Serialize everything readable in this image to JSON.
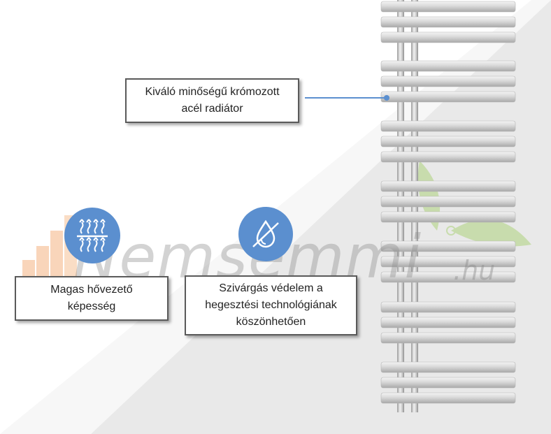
{
  "callouts": {
    "chrome": {
      "line1": "Kiváló minőségű krómozott",
      "line2": "acél radiátor"
    },
    "heat": {
      "line1": "Magas hővezető",
      "line2": "képesség"
    },
    "leak": {
      "line1": "Szivárgás védelem a",
      "line2": "hegesztési technológiának",
      "line3": "köszönhetően"
    }
  },
  "icons": {
    "heat": "heat-conduction-icon",
    "leak": "no-leak-drop-icon"
  },
  "watermark": {
    "brand": "Nemsemmi",
    "domain": ".hu"
  },
  "colors": {
    "icon_blue": "#5b8fcf",
    "chrome_light": "#e8e8e8",
    "chrome_dark": "#a9a9a9",
    "background_gray": "#e9e9e9",
    "pointer_line": "#5b8fcf",
    "logo_orange": "#f08a3c",
    "logo_green": "#8cc63f"
  }
}
